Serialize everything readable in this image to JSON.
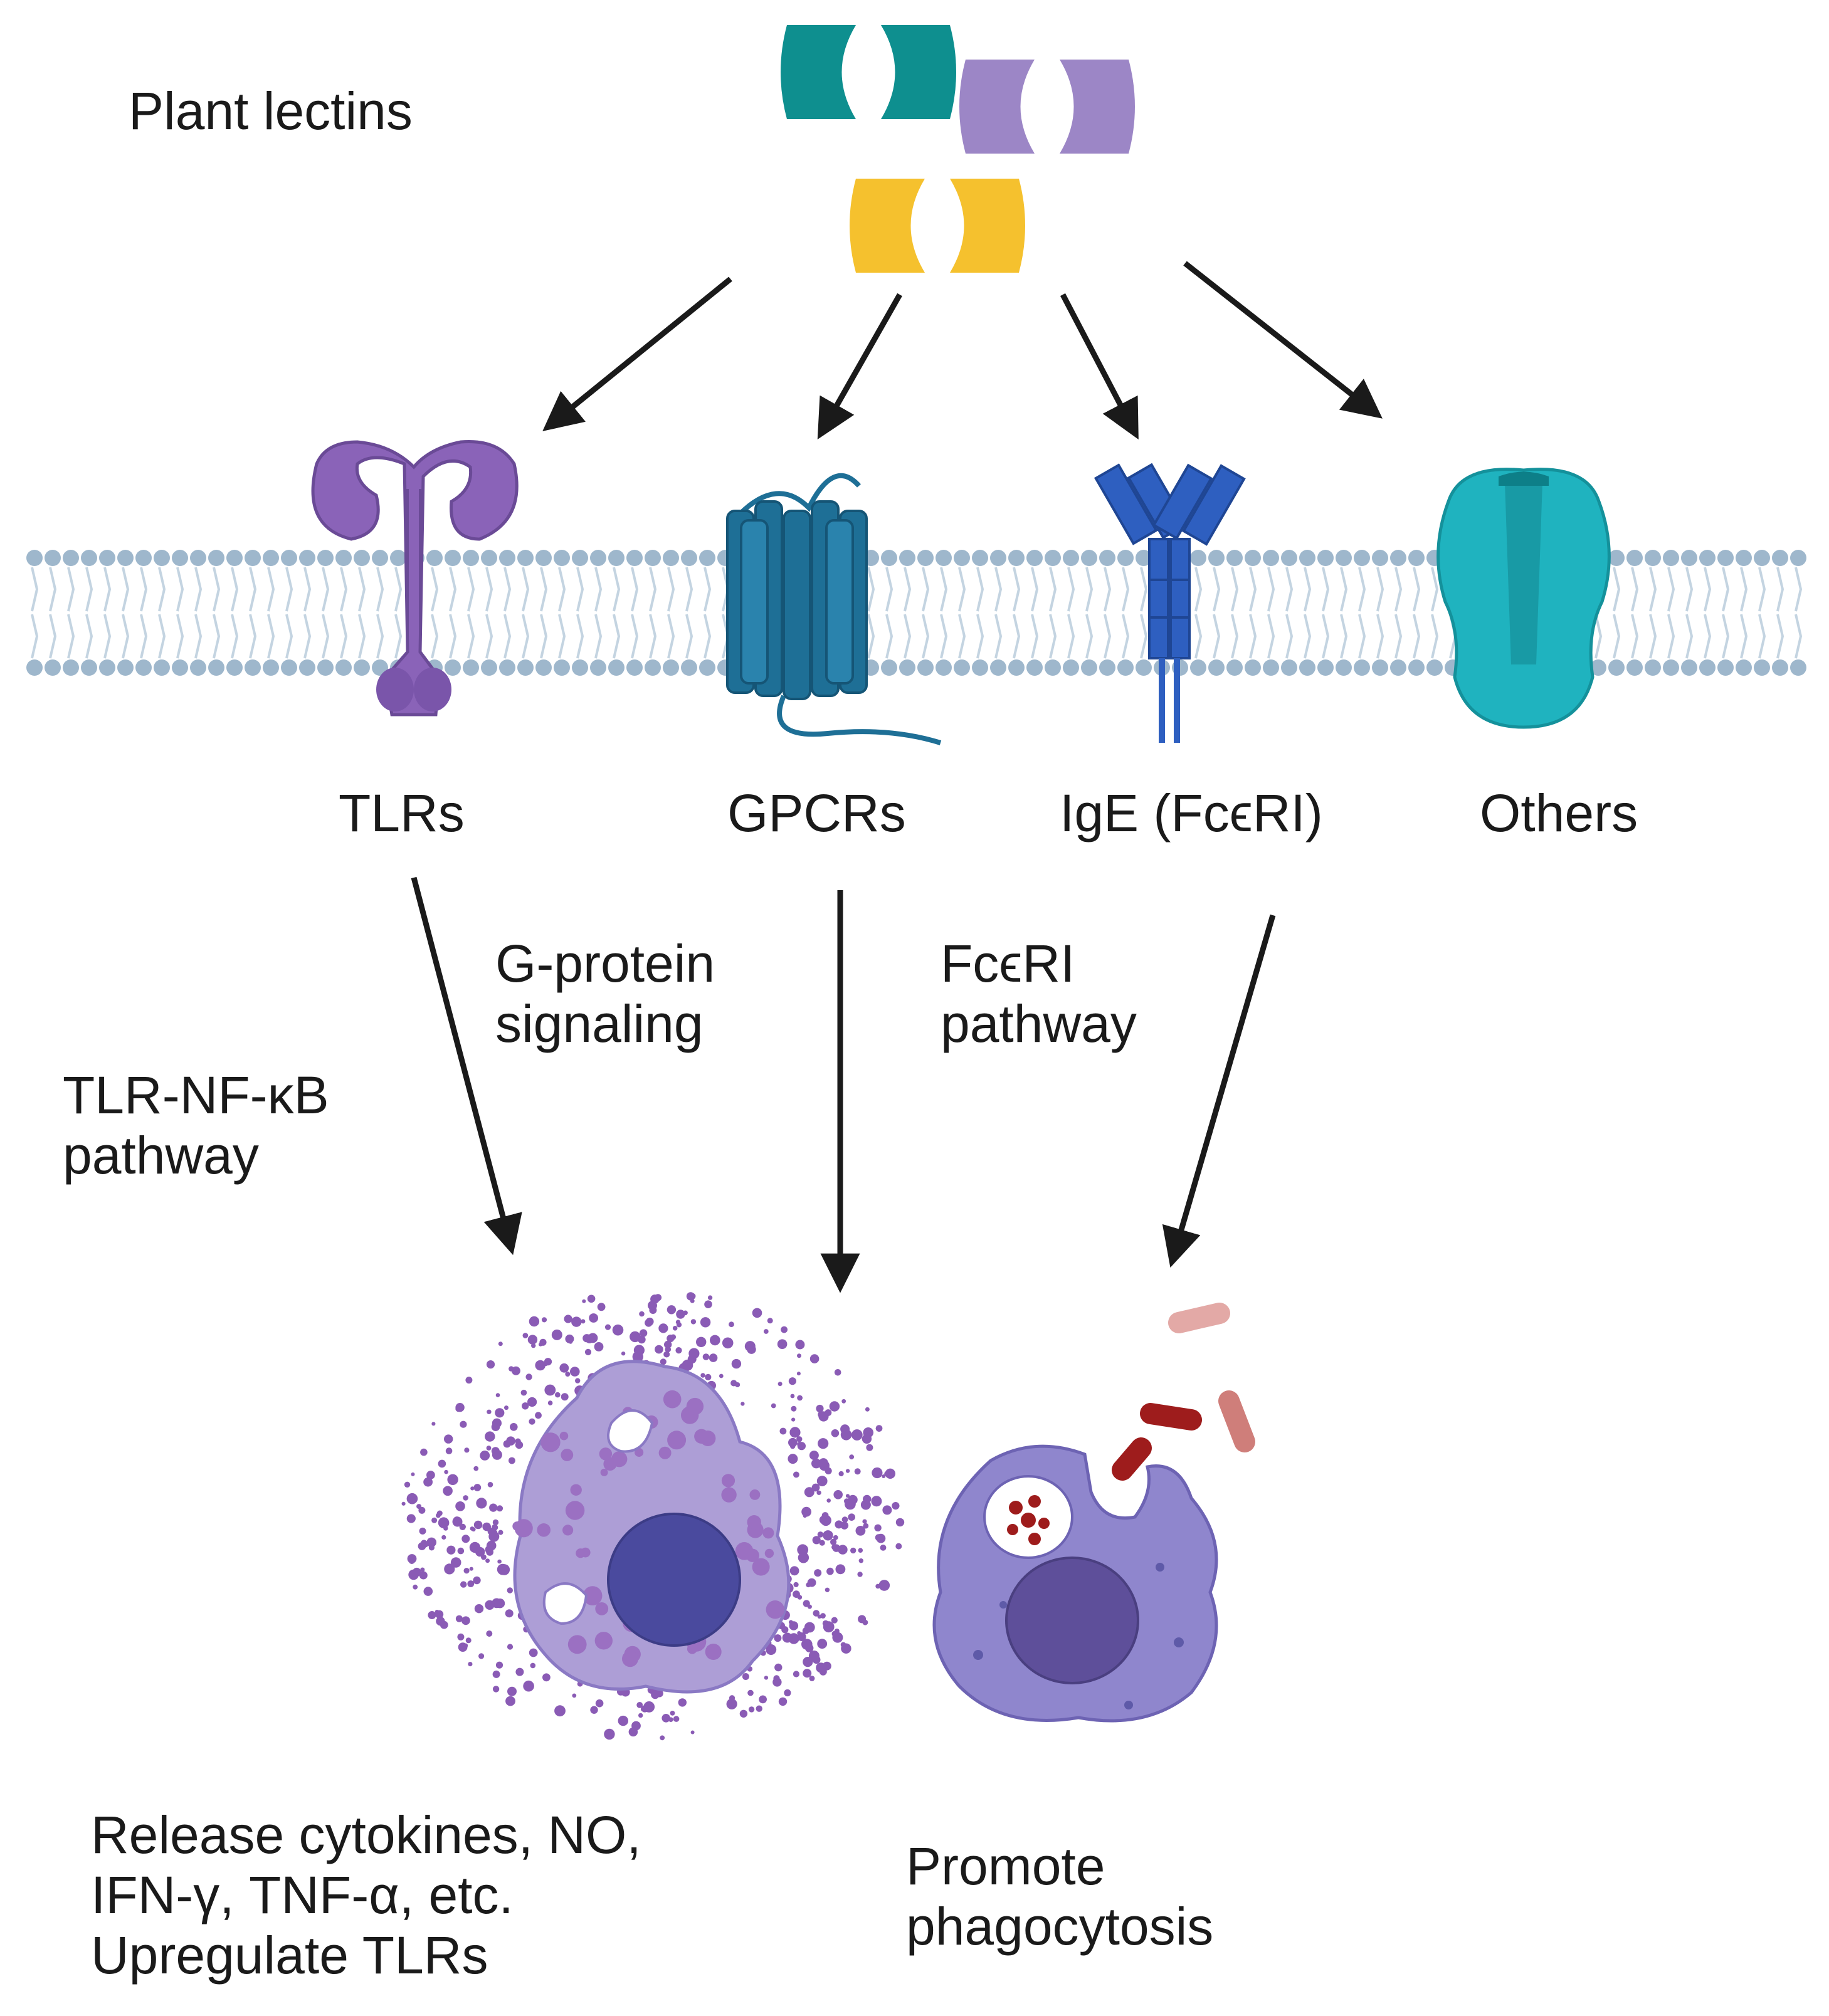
{
  "title": "Plant lectins",
  "receptors": [
    {
      "label": "TLRs",
      "color": "#8a63b8"
    },
    {
      "label": "GPCRs",
      "color": "#1e6f96"
    },
    {
      "label": "IgE (FcϵRI)",
      "color": "#2e5fc0"
    },
    {
      "label": "Others",
      "color": "#1fb3bf"
    }
  ],
  "pathways": {
    "tlr": [
      "TLR-NF-κB",
      "pathway"
    ],
    "gpcr": [
      "G-protein",
      "signaling"
    ],
    "fce": [
      "FcϵRI",
      "pathway"
    ]
  },
  "outcomes": {
    "left": [
      "Release cytokines, NO,",
      "IFN-γ, TNF-α, etc.",
      "Upregulate TLRs"
    ],
    "right": [
      "Promote",
      "phagocytosis"
    ]
  },
  "colors": {
    "lectin_teal": "#0e8f8f",
    "lectin_lavender": "#9c86c6",
    "lectin_yellow": "#f5c12e",
    "membrane": "#9eb7cc",
    "arrow": "#1a1a1a",
    "cell_body": "#ad9ed6",
    "macrophage": "#8f86cd",
    "nucleus": "#4a4a9e",
    "bacteria": "#9e1c1c"
  },
  "icons": [
    "lectin-icon",
    "tlr-receptor-icon",
    "gpcr-receptor-icon",
    "ige-receptor-icon",
    "channel-receptor-icon",
    "mast-cell-icon",
    "macrophage-icon",
    "bacterium-icon"
  ]
}
